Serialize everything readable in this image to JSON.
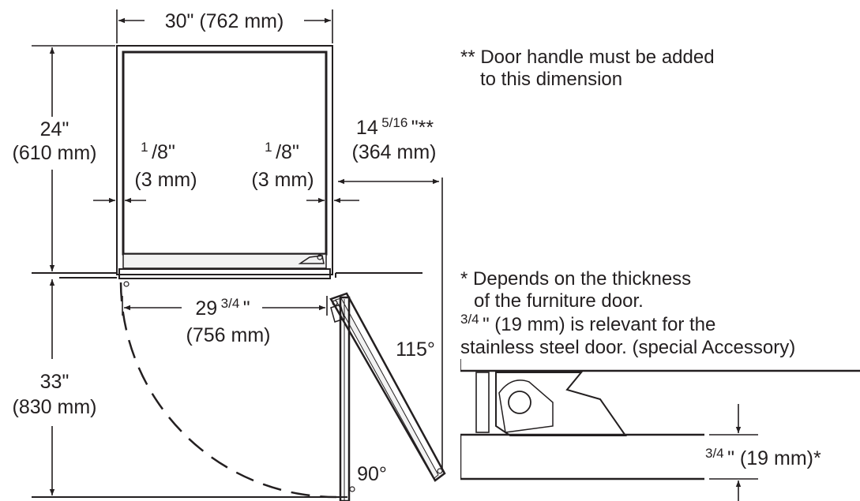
{
  "colors": {
    "ink": "#231f20",
    "paper": "#ffffff",
    "panel": "#f2f2f2"
  },
  "dimensions": {
    "width_top": "30\" (762 mm)",
    "depth_in": "24\"",
    "depth_mm": "(610 mm)",
    "gap_left_num": "1",
    "gap_left_den": "/8\"",
    "gap_left_mm": "(3 mm)",
    "gap_right_num": "1",
    "gap_right_den": "/8\"",
    "gap_right_mm": "(3 mm)",
    "door_clear_whole": "14",
    "door_clear_frac": "5/16",
    "door_clear_suffix": "\"**",
    "door_clear_mm": "(364 mm)",
    "inner_width_whole": "29",
    "inner_width_frac": "3/4",
    "inner_width_suffix": "\"",
    "inner_width_mm": "(756 mm)",
    "swing_in": "33\"",
    "swing_mm": "(830 mm)",
    "angle_115": "115°",
    "angle_90": "90°",
    "thickness_frac": "3/4",
    "thickness_rest": "\" (19 mm)*"
  },
  "notes": {
    "handle_line1": "** Door handle must be added",
    "handle_line2": "to this dimension",
    "thickness_line1": "* Depends on the thickness",
    "thickness_line2": "of the furniture door.",
    "thickness_line3_frac": "3/4",
    "thickness_line3_rest": "\" (19 mm) is relevant for the",
    "thickness_line4": "stainless steel door. (special Accessory)"
  }
}
